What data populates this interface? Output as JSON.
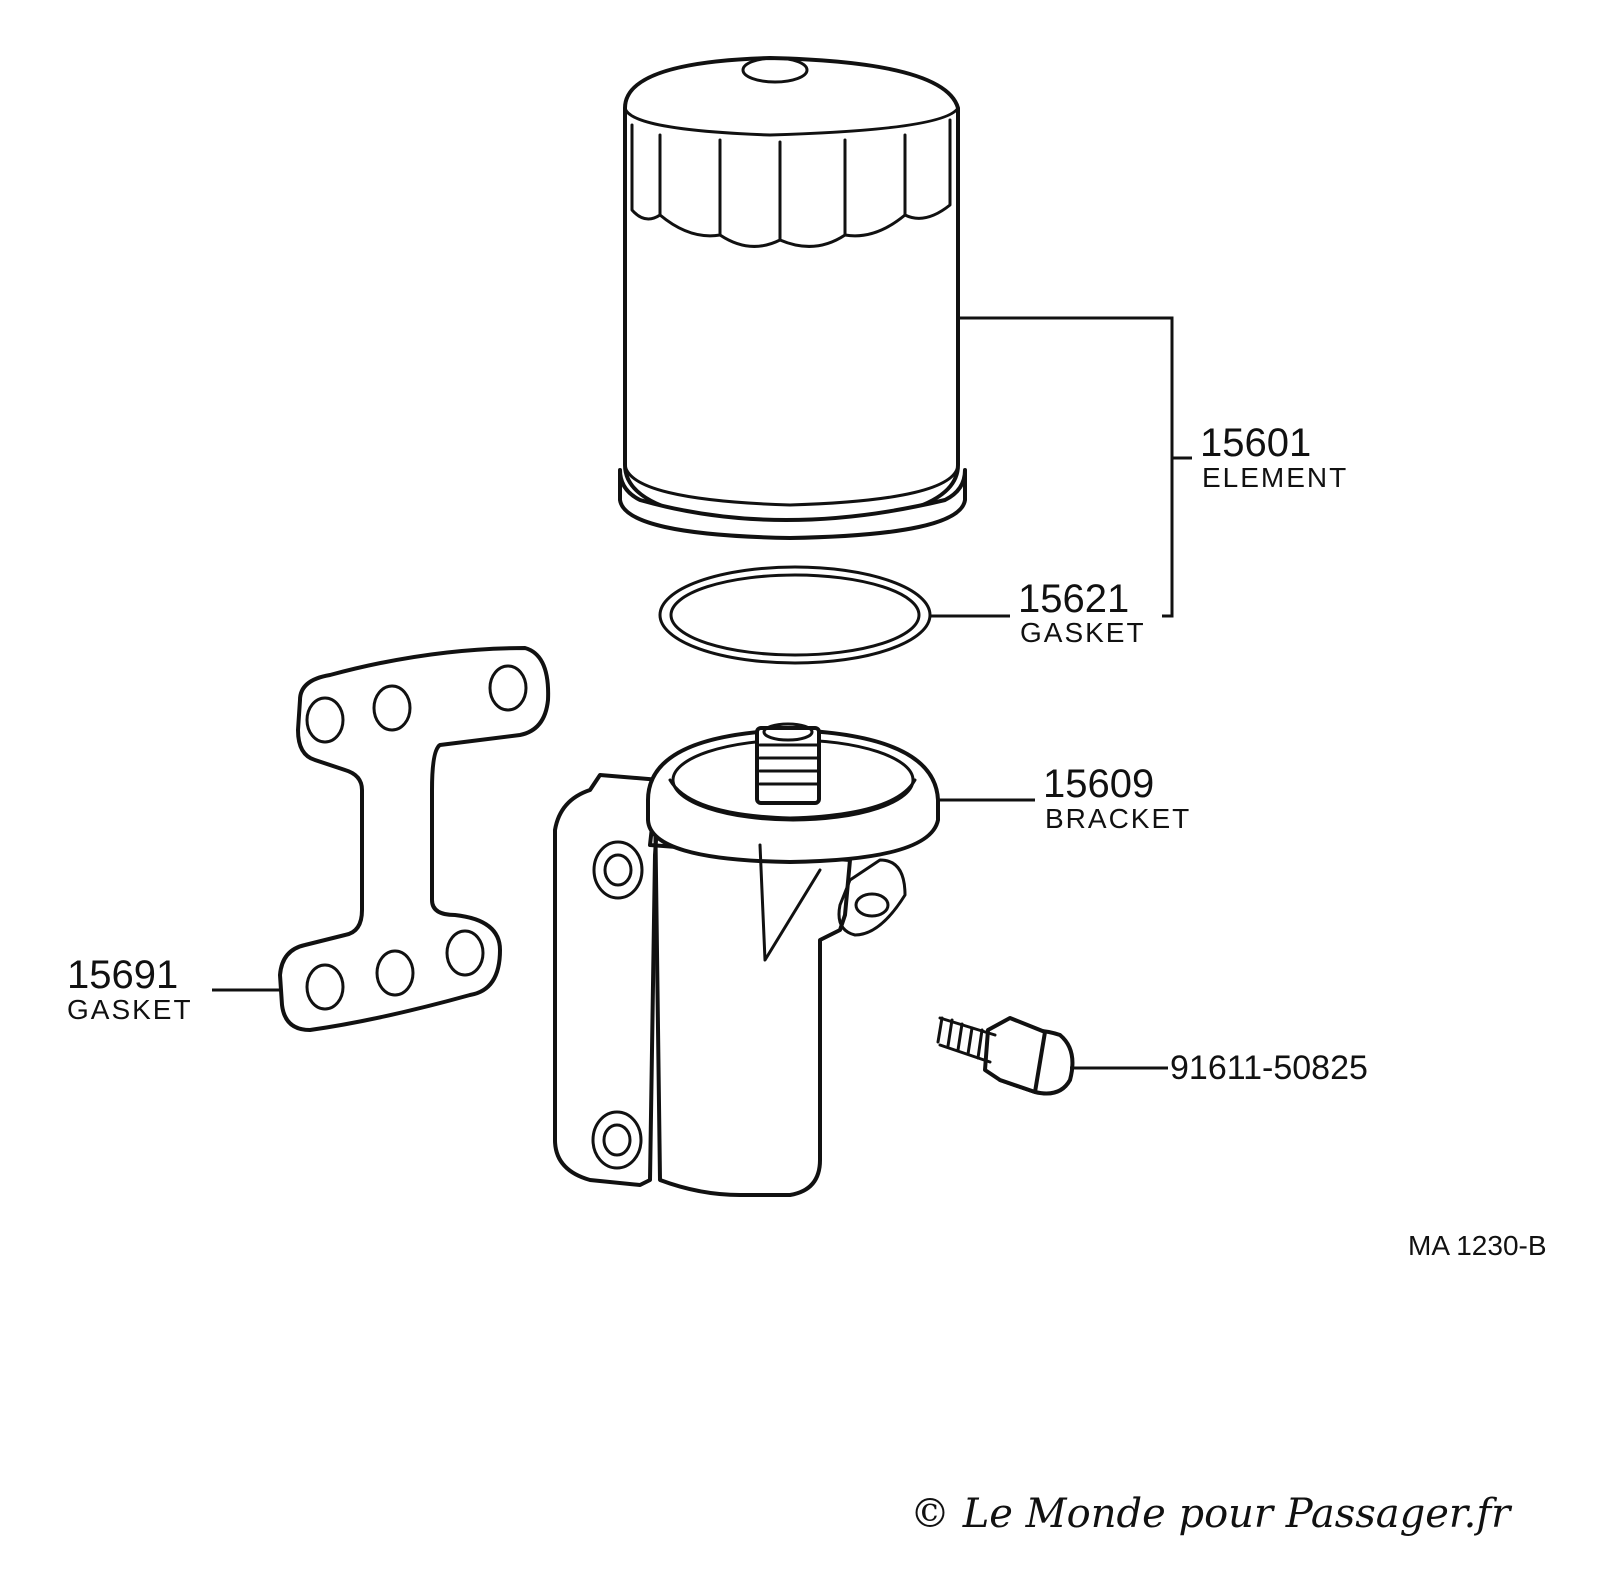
{
  "parts": [
    {
      "number": "15601",
      "name": "ELEMENT"
    },
    {
      "number": "15621",
      "name": "GASKET"
    },
    {
      "number": "15609",
      "name": "BRACKET"
    },
    {
      "number": "15691",
      "name": "GASKET"
    },
    {
      "number": "91611-50825",
      "name": ""
    }
  ],
  "reference_code": "MA 1230-B",
  "copyright": "© Le Monde pour Passager.fr",
  "colors": {
    "line": "#111111",
    "background": "#ffffff"
  }
}
